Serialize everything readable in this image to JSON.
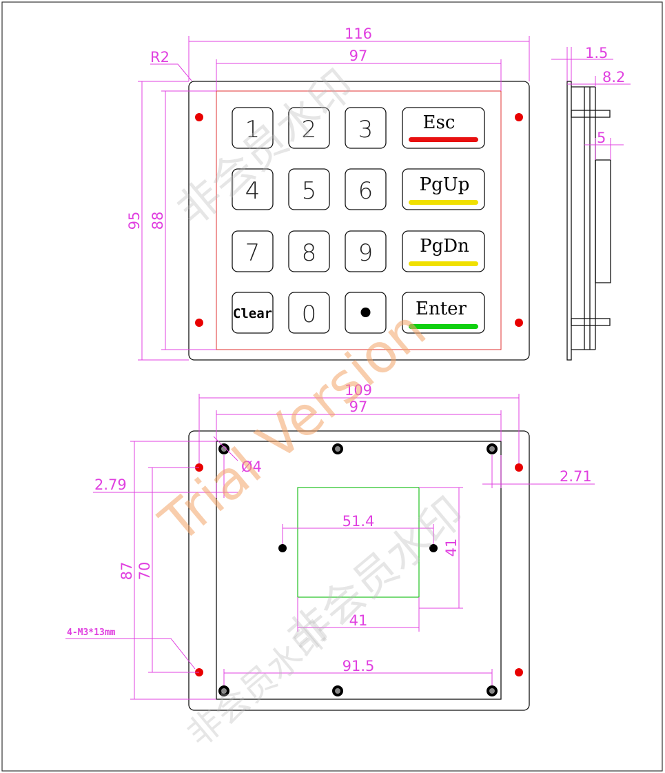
{
  "keypad": {
    "digit_keys": [
      "1",
      "2",
      "3",
      "4",
      "5",
      "6",
      "7",
      "8",
      "9",
      "0"
    ],
    "clear_label": "Clear",
    "function_keys": [
      {
        "label": "Esc",
        "bar_color": "#e81010"
      },
      {
        "label": "PgUp",
        "bar_color": "#f0e000"
      },
      {
        "label": "PgDn",
        "bar_color": "#f0e000"
      },
      {
        "label": "Enter",
        "bar_color": "#10d010"
      }
    ],
    "dot_key": "dot"
  },
  "dimensions": {
    "overall_width": "116",
    "keypad_width": "97",
    "corner_radius": "R2",
    "overall_height": "95",
    "keypad_height": "88",
    "side_thickness_plate": "1.5",
    "side_thickness_total": "8.2",
    "side_depth": "5",
    "back_hole_span": "109",
    "back_keypad_width": "97",
    "hole_diameter": "Ø4",
    "left_offset": "2.79",
    "right_offset": "2.71",
    "connector_span": "51.4",
    "window_height": "41",
    "window_width": "41",
    "back_height": "87",
    "stud_height": "70",
    "stud_span": "91.5",
    "mount_spec": "4-M3*13mm"
  },
  "watermarks": {
    "trial": "Trial Version",
    "cn_top": "非会员水印",
    "cn_mid": "非会员水印",
    "cn_bottom": "非会员水印"
  },
  "colors": {
    "dimension": "#e040e0",
    "hole_red": "#e80000",
    "window_green": "#20c020",
    "keypad_border_red": "#e03030"
  }
}
